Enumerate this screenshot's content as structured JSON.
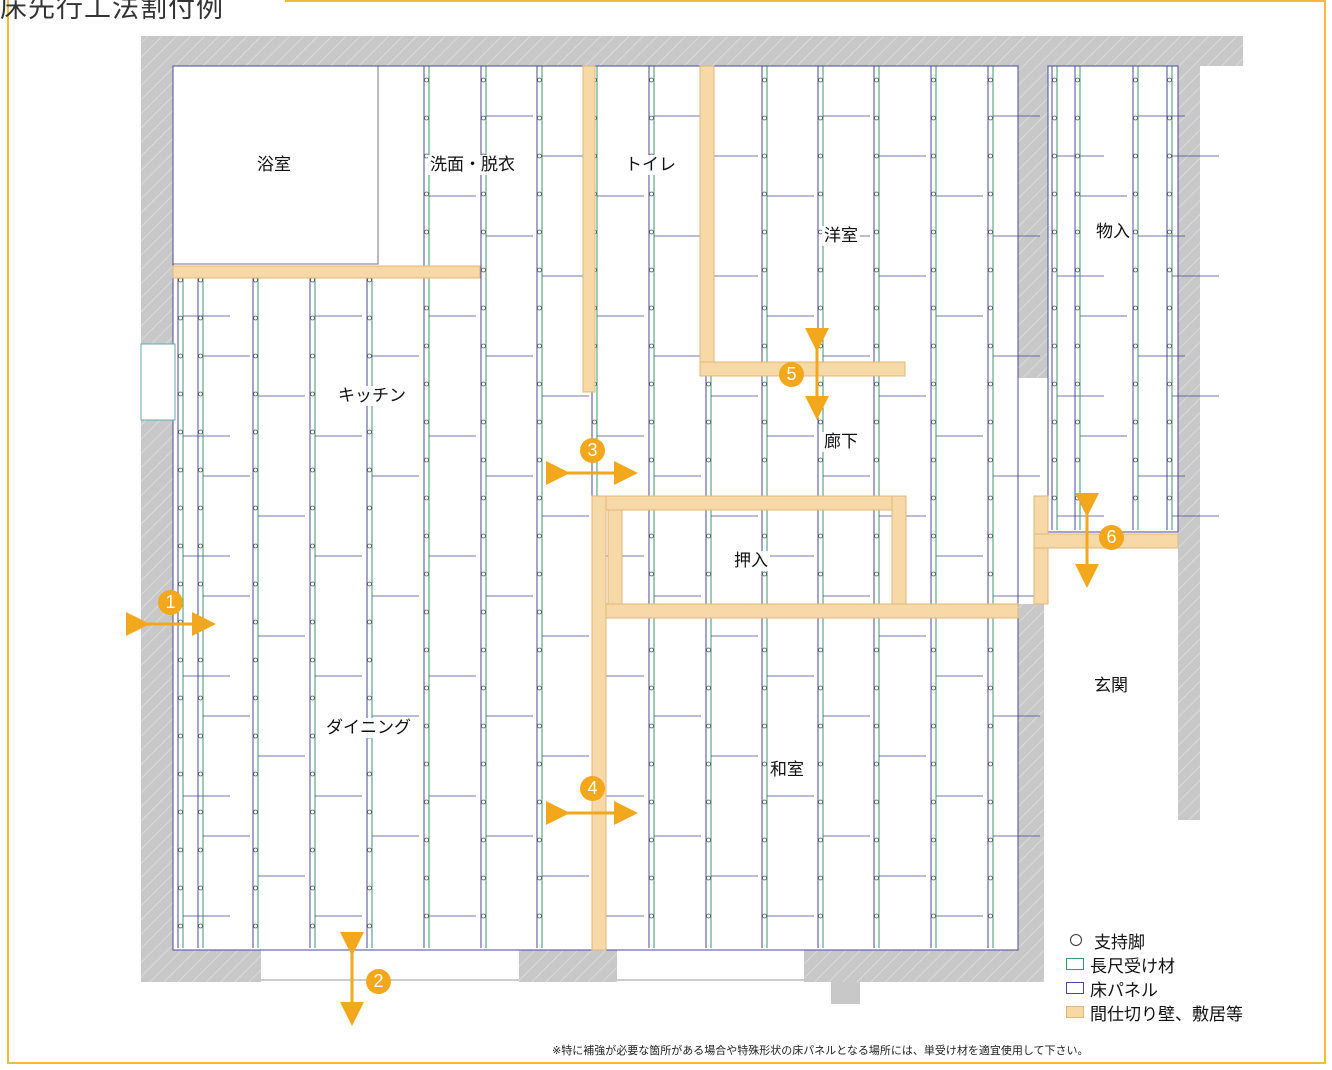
{
  "title": "床先行工法割付例",
  "rooms": {
    "bath": "浴室",
    "washroom": "洗面・脱衣",
    "toilet": "トイレ",
    "western": "洋室",
    "storage": "物入",
    "kitchen": "キッチン",
    "hallway": "廊下",
    "closet": "押入",
    "dining": "ダイニング",
    "japanese": "和室",
    "entrance": "玄関"
  },
  "markers": [
    "1",
    "2",
    "3",
    "4",
    "5",
    "6"
  ],
  "legend": {
    "support": "支持脚",
    "long_receiver": "長尺受け材",
    "floor_panel": "床パネル",
    "partition": "間仕切り壁、敷居等"
  },
  "note": "※特に補強が必要な箇所がある場合や特殊形状の床パネルとなる場所には、単受け材を適宜使用して下さい。",
  "colors": {
    "frame": "#f2bb3c",
    "wall": "#c8c8c8",
    "long_receiver": "#3a9a6a",
    "floor_panel": "#4a4a9a",
    "partition": "#f7d9a8",
    "marker": "#f2a71c"
  }
}
